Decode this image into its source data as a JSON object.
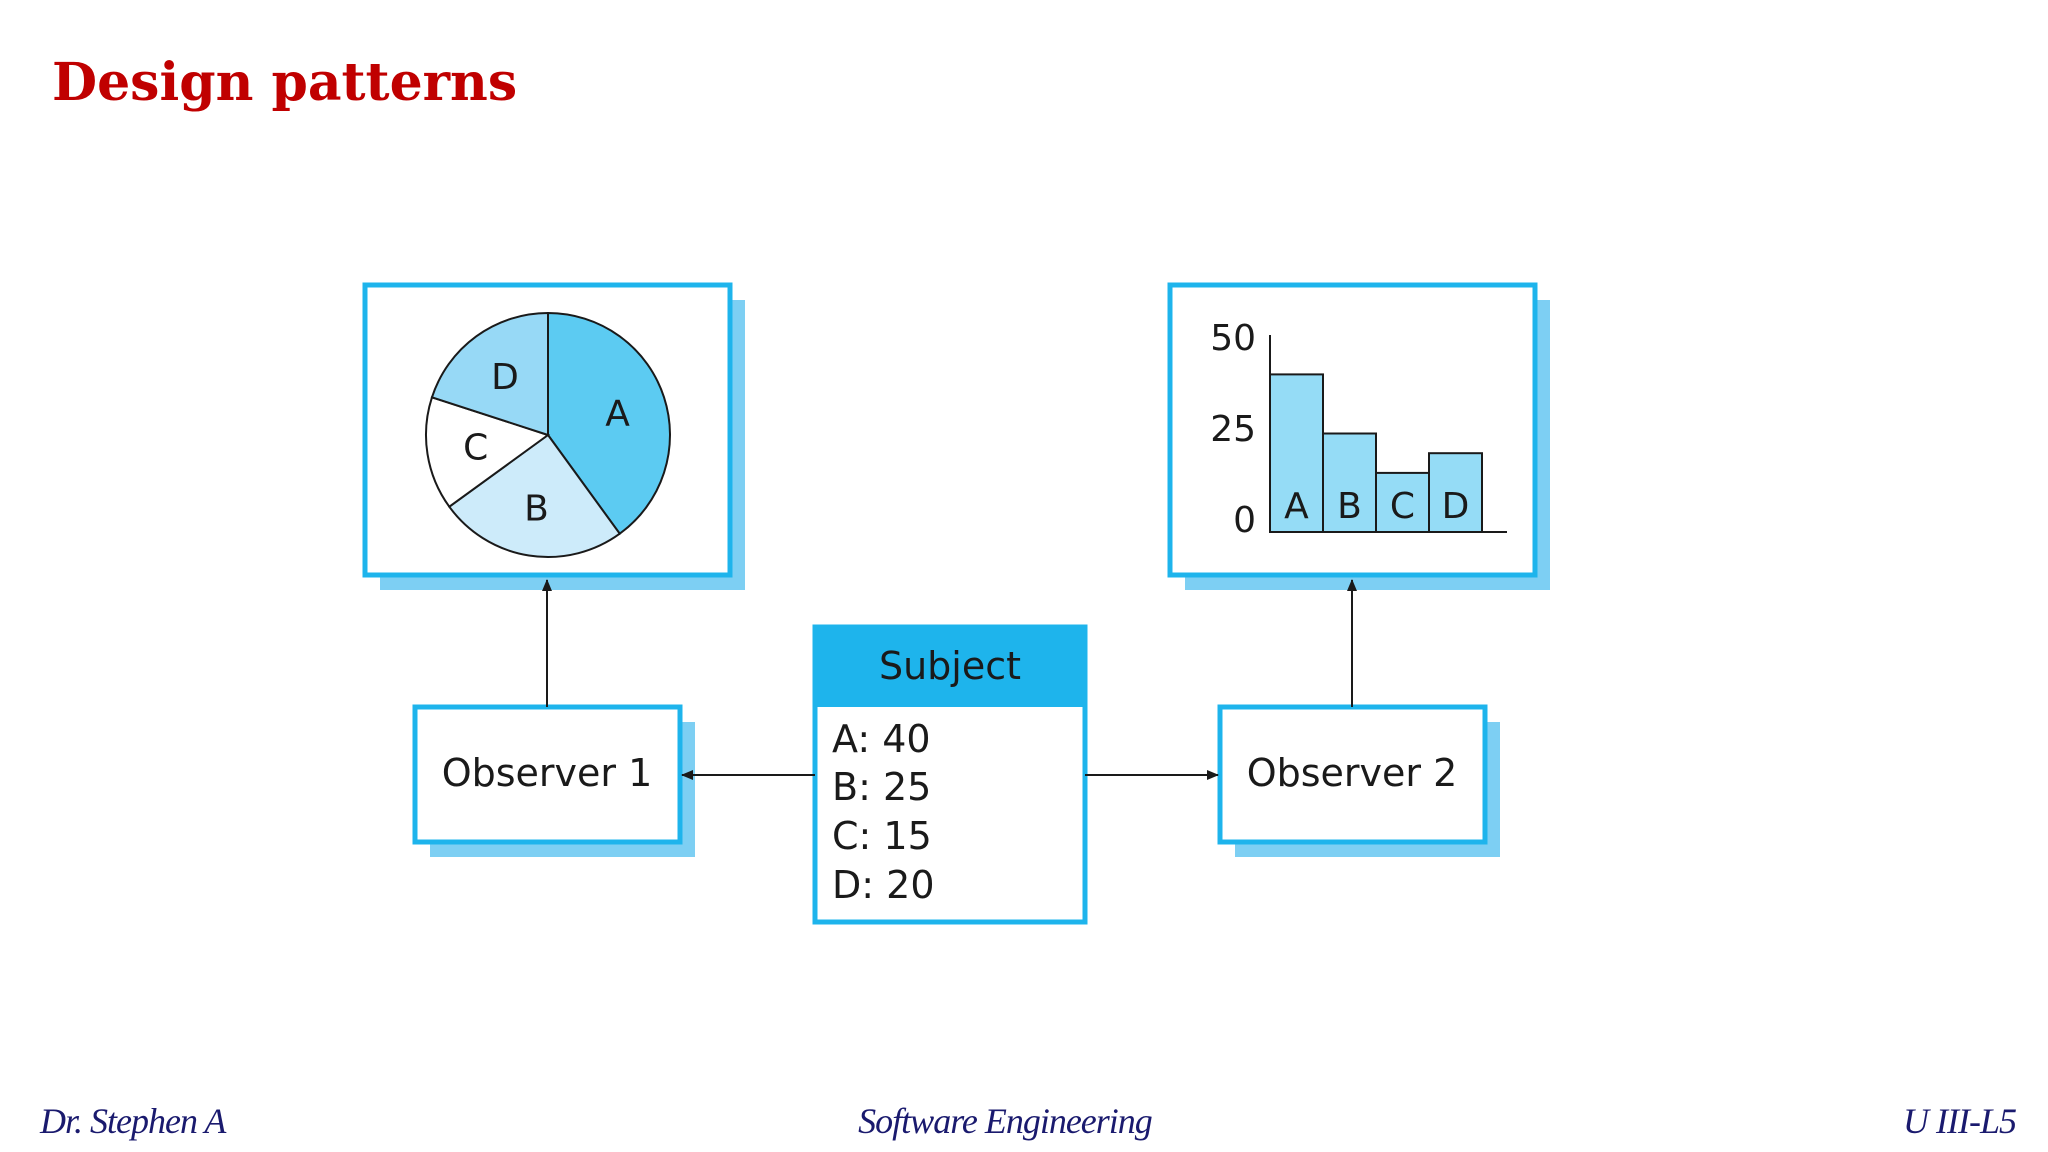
{
  "slide": {
    "title": "Design patterns"
  },
  "diagram": {
    "pie_labels": [
      "A",
      "B",
      "C",
      "D"
    ],
    "bar_labels": [
      "A",
      "B",
      "C",
      "D"
    ],
    "bar_axis_ticks": [
      "50",
      "25",
      "0"
    ],
    "subject": {
      "title": "Subject",
      "values": [
        "A: 40",
        "B: 25",
        "C: 15",
        "D: 20"
      ]
    },
    "observer1_label": "Observer 1",
    "observer2_label": "Observer 2"
  },
  "chart_data": [
    {
      "type": "pie",
      "categories": [
        "A",
        "B",
        "C",
        "D"
      ],
      "values": [
        40,
        25,
        15,
        20
      ]
    },
    {
      "type": "bar",
      "categories": [
        "A",
        "B",
        "C",
        "D"
      ],
      "values": [
        40,
        25,
        15,
        20
      ],
      "ylim": [
        0,
        50
      ],
      "yticks": [
        0,
        25,
        50
      ]
    }
  ],
  "colors": {
    "frame_blue": "#1eb4ec",
    "shadow_blue": "#7dcff3",
    "header_blue": "#1eb4ec",
    "slice_a": "#5ccbf2",
    "slice_b": "#cdebfa",
    "slice_c": "#ffffff",
    "slice_d": "#97d9f6",
    "bar_fill": "#95dcf6",
    "title_red": "#c00000",
    "footer_navy": "#1a1a6e"
  },
  "footer": {
    "left": "Dr. Stephen A",
    "center": "Software Engineering",
    "right": "U III-L5"
  }
}
